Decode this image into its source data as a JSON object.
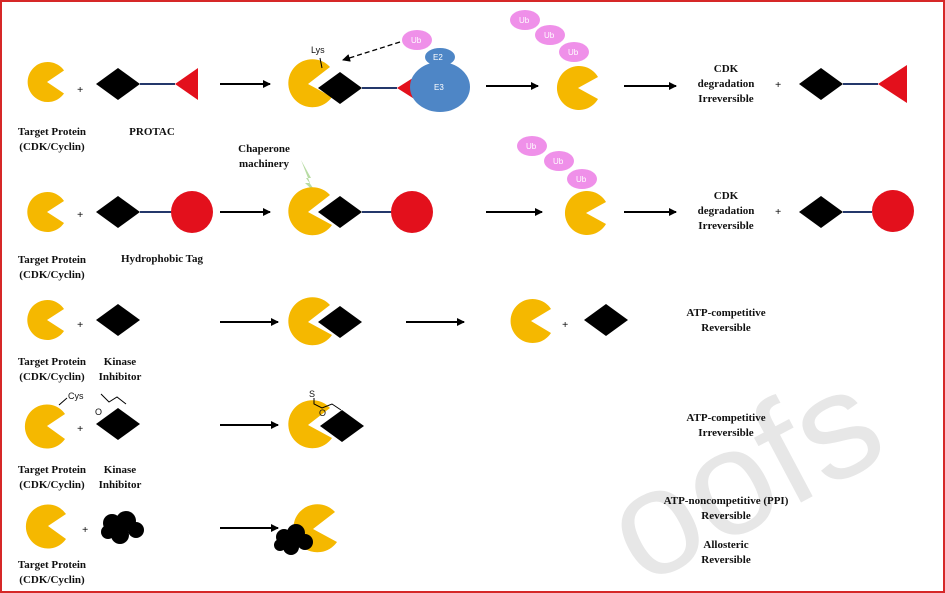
{
  "colors": {
    "protein": "#f5b800",
    "ligand": "#000000",
    "warhead": "#e3101c",
    "tag": "#e3101c",
    "ub": "#ef90e9",
    "e3": "#4e86c6",
    "linker": "#24386b",
    "border": "#d62828",
    "watermark": "#e7e7e7"
  },
  "icons": {
    "protein": "pacman-shape",
    "inhibitor": "diamond-shape",
    "arrow": "right-arrow-icon",
    "chaperone": "lightning-bolt-icon"
  },
  "rows": {
    "protac": {
      "target_label": [
        "Target Protein",
        "(CDK/Cyclin)"
      ],
      "reagent_label": "PROTAC",
      "lys_label": "Lys",
      "e2_label": "E2",
      "e3_label": "E3",
      "ub_label": "Ub",
      "outcome_label": [
        "CDK",
        "degradation",
        "Irreversible"
      ],
      "plus": "+"
    },
    "hydrophobic": {
      "target_label": [
        "Target Protein",
        "(CDK/Cyclin)"
      ],
      "reagent_label": "Hydrophobic Tag",
      "chaperone_label": [
        "Chaperone",
        "machinery"
      ],
      "ub_label": "Ub",
      "outcome_label": [
        "CDK",
        "degradation",
        "Irreversible"
      ],
      "plus": "+"
    },
    "reversible": {
      "target_label": [
        "Target Protein",
        "(CDK/Cyclin)"
      ],
      "reagent_label": [
        "Kinase",
        "Inhibitor"
      ],
      "outcome_label": [
        "ATP-competitive",
        "Reversible"
      ],
      "plus": "+"
    },
    "covalent": {
      "target_label": [
        "Target Protein",
        "(CDK/Cyclin)"
      ],
      "reagent_label": [
        "Kinase",
        "Inhibitor"
      ],
      "cys_label": "Cys",
      "o_label": "O",
      "s_label": "S",
      "outcome_label": [
        "ATP-competitive",
        "Irreversible"
      ],
      "plus": "+"
    },
    "allosteric": {
      "target_label": [
        "Target Protein",
        "(CDK/Cyclin)"
      ],
      "outcome_label": [
        "ATP-noncompetitive (PPI)",
        "Reversible",
        "Allosteric",
        "Reversible"
      ],
      "plus": "+"
    }
  },
  "watermark": "oofs"
}
